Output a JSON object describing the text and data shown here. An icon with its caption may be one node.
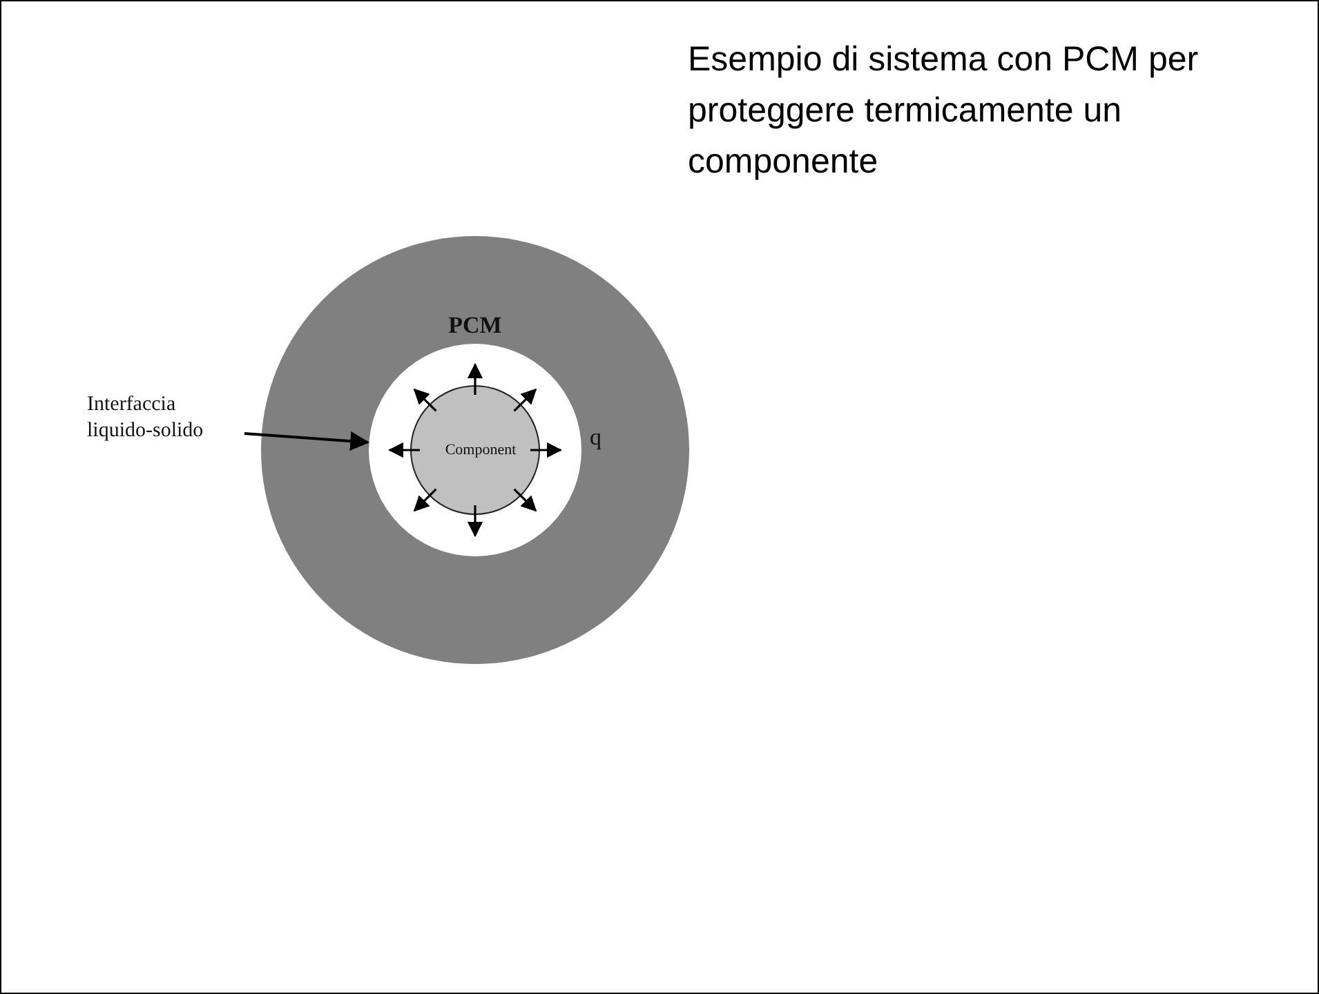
{
  "diagram": {
    "title": "Esempio di sistema con PCM per proteggere termicamente un componente",
    "nodes": [
      {
        "text": [
          "PCM"
        ]
      },
      {
        "text": [],
        "shape": "circle",
        "in": 0
      },
      {
        "text": [
          "Component"
        ],
        "in": 1
      },
      {
        "text": [
          "Interfaccia liquido-solido"
        ]
      }
    ],
    "edges": [
      {
        "from": 3,
        "to": 1,
        "arrow": "to"
      }
    ],
    "labels": [
      "q"
    ]
  }
}
